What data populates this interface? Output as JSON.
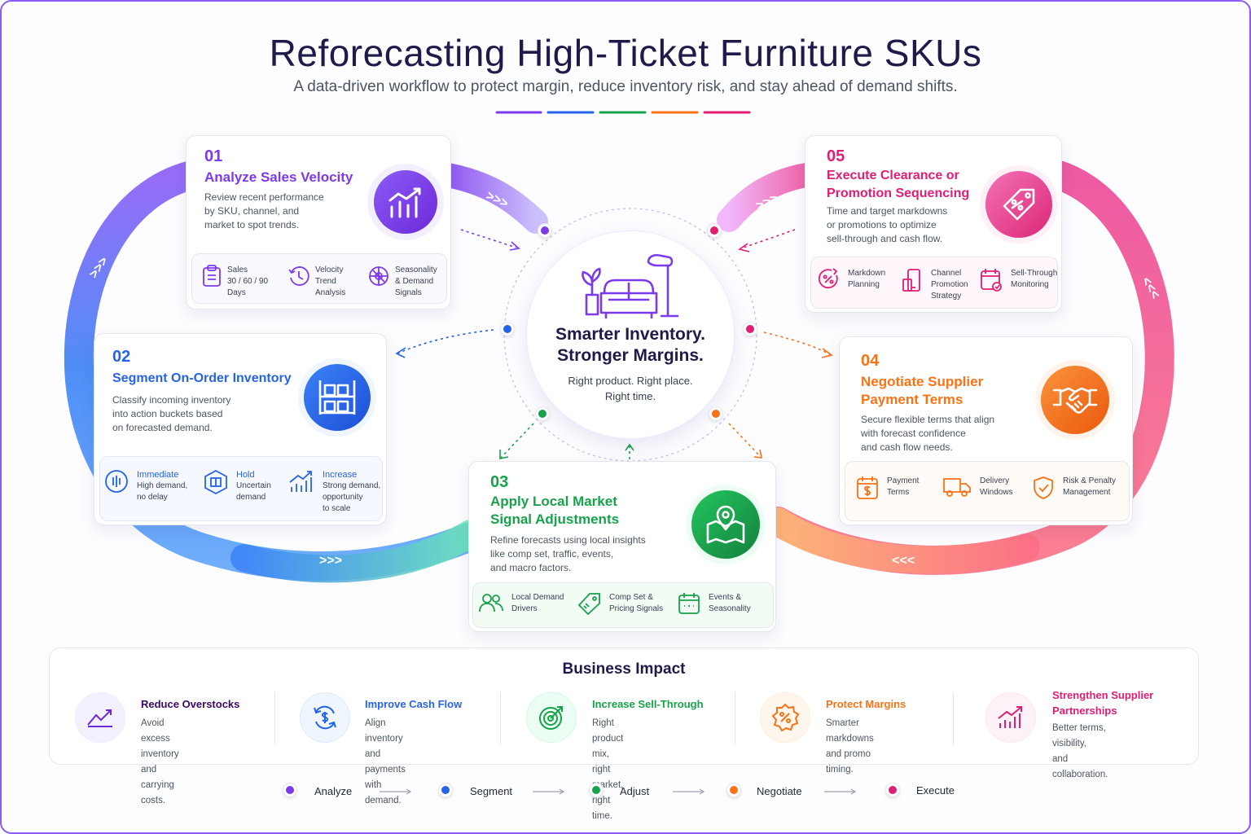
{
  "header": {
    "title": "Reforecasting High-Ticket Furniture SKUs",
    "subtitle": "A data-driven workflow to protect margin, reduce inventory risk, and stay ahead of demand shifts."
  },
  "colors": {
    "purple": "#7c3aed",
    "blue": "#2563eb",
    "green": "#16a34a",
    "orange": "#f97316",
    "pink": "#e11d74",
    "navy": "#1e1b4b"
  },
  "center": {
    "headline_1": "Smarter Inventory.",
    "headline_2": "Stronger Margins.",
    "tagline_1": "Right product. Right place.",
    "tagline_2": "Right time.",
    "icon": "furniture-sofa-lamp-plant-icon"
  },
  "steps": [
    {
      "number": "01",
      "title": "Analyze Sales Velocity",
      "description": [
        "Review recent performance",
        "by SKU, channel, and",
        "market to spot trends."
      ],
      "icon": "bar-chart-trend-icon",
      "subitems": [
        {
          "icon": "clipboard-icon",
          "lines": [
            "Sales",
            "30 / 60 / 90",
            "Days"
          ]
        },
        {
          "icon": "history-clock-icon",
          "lines": [
            "Velocity",
            "Trend",
            "Analysis"
          ]
        },
        {
          "icon": "sun-globe-icon",
          "lines": [
            "Seasonality",
            "& Demand",
            "Signals"
          ]
        }
      ]
    },
    {
      "number": "02",
      "title": "Segment On-Order Inventory",
      "description": [
        "Classify incoming inventory",
        "into action buckets based",
        "on forecasted demand."
      ],
      "icon": "warehouse-shelves-icon",
      "subitems": [
        {
          "icon": "pulse-circle-icon",
          "title": "Immediate",
          "lines": [
            "High demand,",
            "no delay"
          ]
        },
        {
          "icon": "box-hexagon-icon",
          "title": "Hold",
          "lines": [
            "Uncertain",
            "demand"
          ]
        },
        {
          "icon": "growth-chart-icon",
          "title": "Increase",
          "lines": [
            "Strong demand,",
            "opportunity",
            "to scale"
          ]
        }
      ]
    },
    {
      "number": "03",
      "title_1": "Apply Local Market",
      "title_2": "Signal Adjustments",
      "description": [
        "Refine forecasts using local insights",
        "like comp set, traffic, events,",
        "and macro factors."
      ],
      "icon": "map-pin-icon",
      "subitems": [
        {
          "icon": "people-icon",
          "lines": [
            "Local Demand",
            "Drivers"
          ]
        },
        {
          "icon": "price-tag-icon",
          "lines": [
            "Comp Set &",
            "Pricing Signals"
          ]
        },
        {
          "icon": "calendar-icon",
          "lines": [
            "Events &",
            "Seasonality"
          ]
        }
      ]
    },
    {
      "number": "04",
      "title_1": "Negotiate Supplier",
      "title_2": "Payment Terms",
      "description": [
        "Secure flexible terms that align",
        "with forecast confidence",
        "and cash flow needs."
      ],
      "icon": "handshake-icon",
      "subitems": [
        {
          "icon": "calendar-dollar-icon",
          "lines": [
            "Payment",
            "Terms"
          ]
        },
        {
          "icon": "delivery-truck-icon",
          "lines": [
            "Delivery",
            "Windows"
          ]
        },
        {
          "icon": "shield-check-icon",
          "lines": [
            "Risk & Penalty",
            "Management"
          ]
        }
      ]
    },
    {
      "number": "05",
      "title_1": "Execute Clearance or",
      "title_2": "Promotion Sequencing",
      "description": [
        "Time and target markdowns",
        "or promotions to optimize",
        "sell-through and cash flow."
      ],
      "icon": "percent-tag-icon",
      "subitems": [
        {
          "icon": "markdown-percent-icon",
          "lines": [
            "Markdown",
            "Planning"
          ]
        },
        {
          "icon": "mobile-promo-icon",
          "lines": [
            "Channel",
            "Promotion",
            "Strategy"
          ]
        },
        {
          "icon": "calendar-check-icon",
          "lines": [
            "Sell-Through",
            "Monitoring"
          ]
        }
      ]
    }
  ],
  "cycle_arrows": [
    ">>>",
    ">>>",
    "<<<",
    ">>>",
    ">>>",
    "<<<"
  ],
  "impact": {
    "title": "Business Impact",
    "items": [
      {
        "icon": "trend-line-icon",
        "title": "Reduce Overstocks",
        "lines": [
          "Avoid excess inventory",
          "and carrying costs."
        ]
      },
      {
        "icon": "cash-cycle-icon",
        "title": "Improve Cash Flow",
        "lines": [
          "Align inventory and",
          "payments with demand."
        ]
      },
      {
        "icon": "target-icon",
        "title": "Increase Sell-Through",
        "lines": [
          "Right product mix,",
          "right market, right time."
        ]
      },
      {
        "icon": "percent-badge-icon",
        "title": "Protect Margins",
        "lines": [
          "Smarter markdowns",
          "and promo timing."
        ]
      },
      {
        "icon": "growth-bars-icon",
        "title_1": "Strengthen Supplier",
        "title_2": "Partnerships",
        "lines": [
          "Better terms, visibility,",
          "and collaboration."
        ]
      }
    ]
  },
  "legend": [
    "Analyze",
    "Segment",
    "Adjust",
    "Negotiate",
    "Execute"
  ]
}
